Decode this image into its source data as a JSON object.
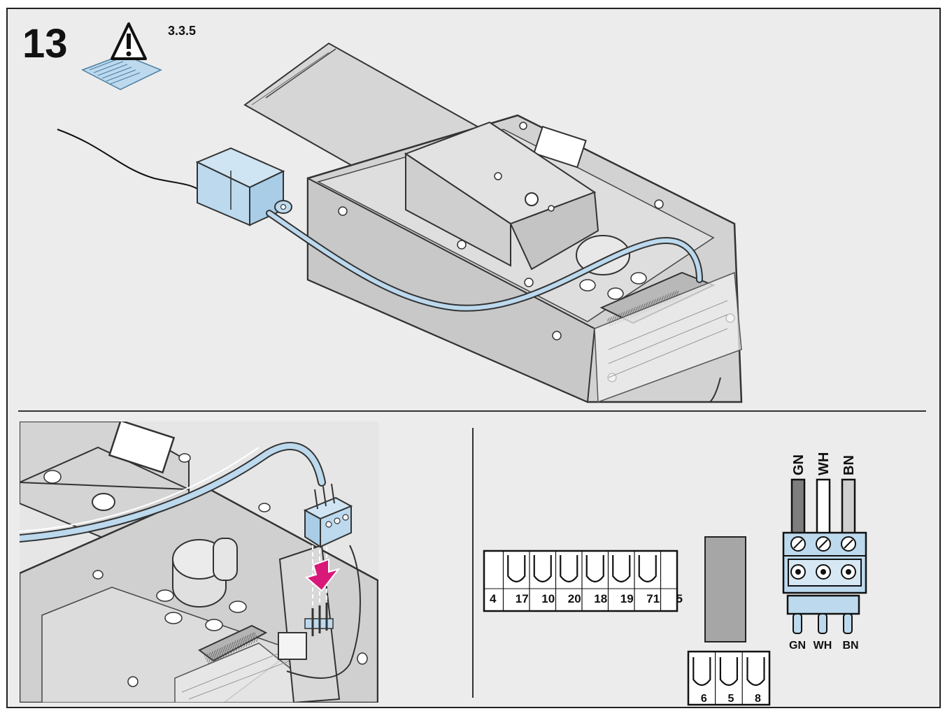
{
  "step": {
    "number": "13",
    "manual_ref": "3.3.5",
    "warning_icon": "manual-warning-icon"
  },
  "terminal_strip": {
    "labels": [
      "4",
      "17",
      "10",
      "20",
      "18",
      "19",
      "71",
      "5"
    ]
  },
  "lower_terminals": {
    "labels": [
      "6",
      "5",
      "8"
    ]
  },
  "connector": {
    "wire_labels_top": [
      "GN",
      "WH",
      "BN"
    ],
    "pin_labels_bottom": [
      "GN",
      "WH",
      "BN"
    ]
  },
  "colors": {
    "panel_bg": "#ececec",
    "light_blue": "#bcd9ee",
    "accent_magenta": "#d8197a",
    "body_grey": "#d2d2d2",
    "gray_block": "#a6a6a6"
  }
}
